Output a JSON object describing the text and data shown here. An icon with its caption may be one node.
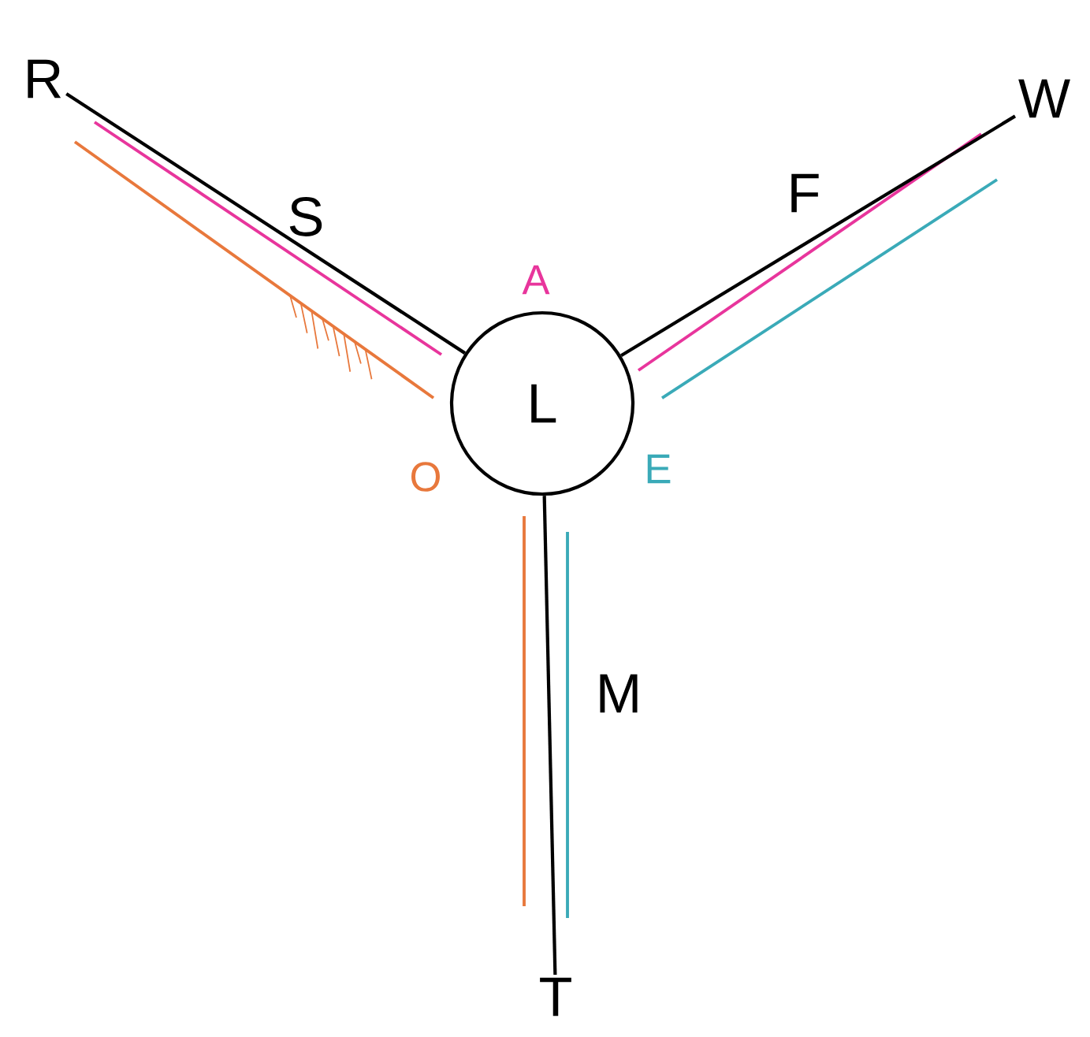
{
  "diagram": {
    "nodes": [
      {
        "text": [
          "L"
        ]
      },
      {
        "text": [
          "R"
        ]
      },
      {
        "text": [
          "W"
        ]
      },
      {
        "text": [
          "T"
        ]
      }
    ],
    "edges": [
      {
        "from": 0,
        "to": 1,
        "arrow": "none",
        "label": "S"
      },
      {
        "from": 0,
        "to": 2,
        "arrow": "none",
        "label": "F"
      },
      {
        "from": 0,
        "to": 3,
        "arrow": "none",
        "label": "M"
      }
    ],
    "labels": [
      "A",
      "O",
      "E"
    ]
  }
}
